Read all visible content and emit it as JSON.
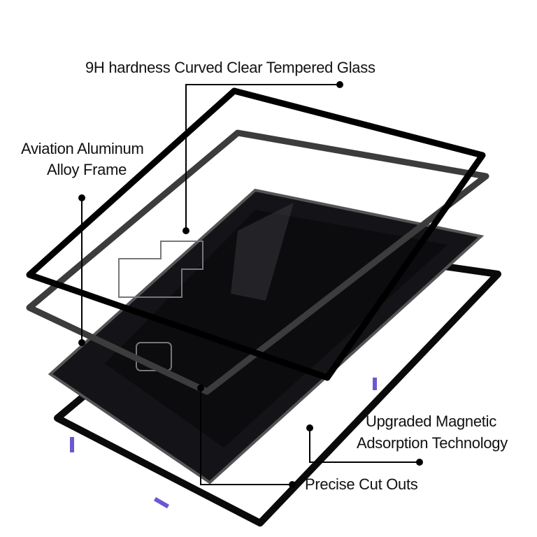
{
  "labels": {
    "glass": "9H hardness Curved Clear Tempered Glass",
    "frame_line1": "Aviation Aluminum",
    "frame_line2": "Alloy Frame",
    "magnetic_line1": "Upgraded Magnetic",
    "magnetic_line2": "Adsorption Technology",
    "cutouts": "Precise Cut Outs"
  },
  "colors": {
    "line": "#000000",
    "frame": "#0a0a0a",
    "body": "#1a1a1e",
    "accent": "#6a5acd"
  }
}
